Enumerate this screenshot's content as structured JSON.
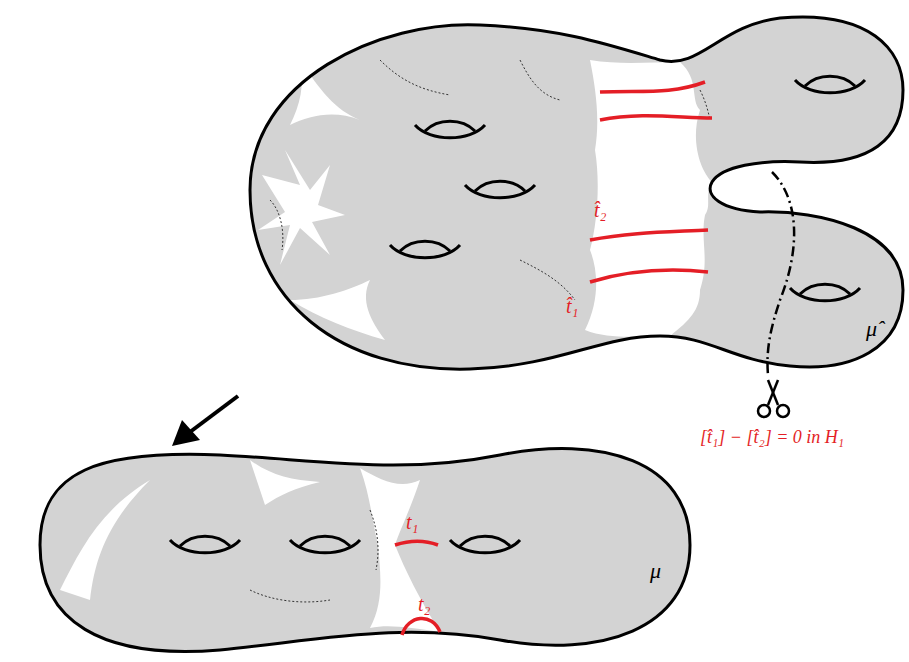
{
  "diagram": {
    "labels": [
      "t̂₂",
      "t̂₁",
      "μ̂",
      "[t̂₁] − [t̂₂] = 0 in H₁",
      "t₁",
      "t₂",
      "μ"
    ]
  }
}
